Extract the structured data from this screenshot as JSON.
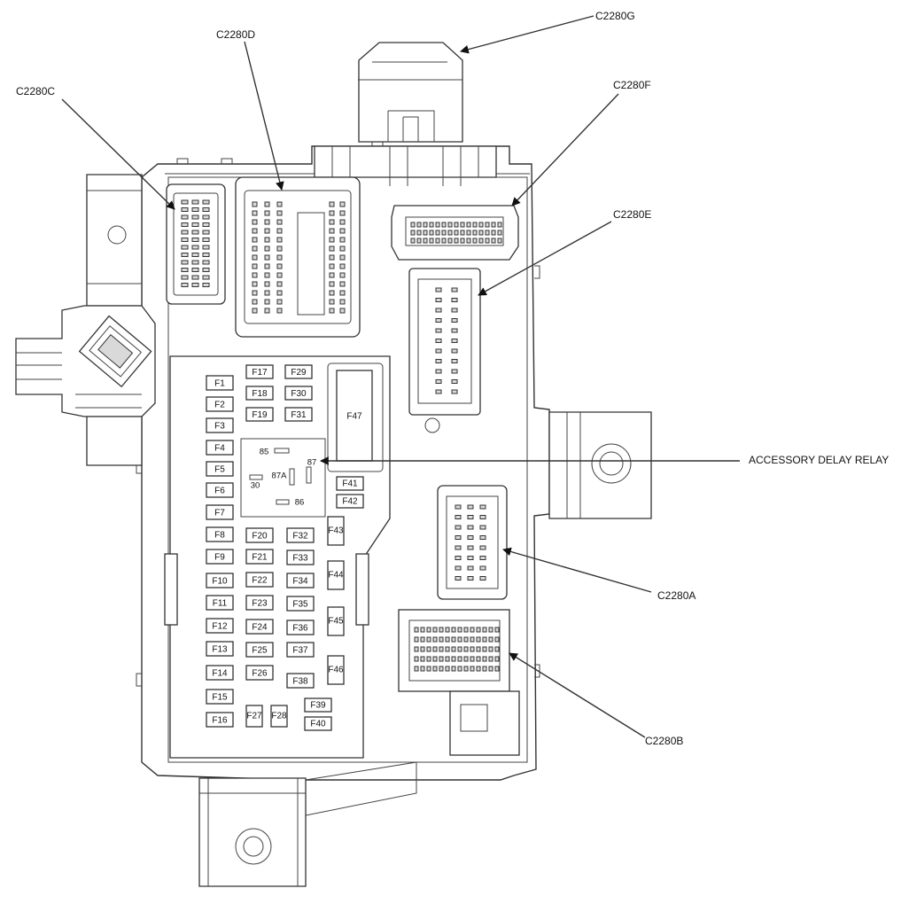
{
  "callouts": {
    "c2280g": "C2280G",
    "c2280d": "C2280D",
    "c2280c": "C2280C",
    "c2280f": "C2280F",
    "c2280e": "C2280E",
    "accessory_delay_relay": "ACCESSORY DELAY RELAY",
    "c2280a": "C2280A",
    "c2280b": "C2280B"
  },
  "fuses": {
    "col1": [
      "F1",
      "F2",
      "F3",
      "F4",
      "F5",
      "F6",
      "F7",
      "F8",
      "F9",
      "F10",
      "F11",
      "F12",
      "F13",
      "F14",
      "F15",
      "F16"
    ],
    "col2_top": [
      "F17",
      "F18",
      "F19"
    ],
    "col3_top": [
      "F29",
      "F30",
      "F31"
    ],
    "col2_bottom": [
      "F20",
      "F21",
      "F22",
      "F23",
      "F24",
      "F25",
      "F26"
    ],
    "col3_bottom": [
      "F32",
      "F33",
      "F34",
      "F35",
      "F36",
      "F37",
      "F38"
    ],
    "f27": "F27",
    "f28": "F28",
    "f39": "F39",
    "f40": "F40",
    "f41": "F41",
    "f42": "F42",
    "vertical": [
      "F43",
      "F44",
      "F45",
      "F46"
    ],
    "f47": "F47"
  },
  "relay_pins": {
    "p85": "85",
    "p87": "87",
    "p87a": "87A",
    "p30": "30",
    "p86": "86"
  }
}
